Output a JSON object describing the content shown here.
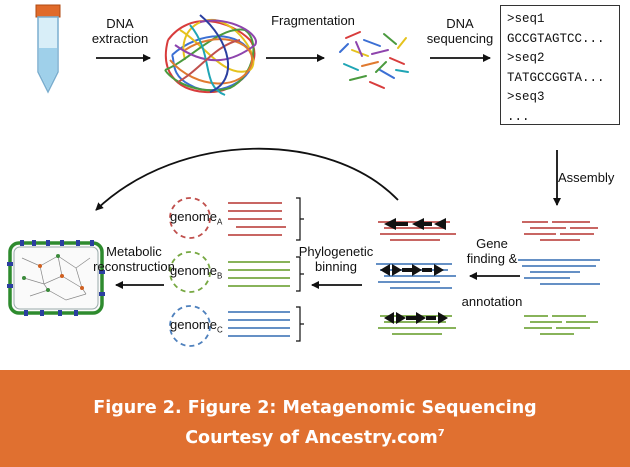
{
  "labels": {
    "dna_extraction": [
      "DNA",
      "extraction"
    ],
    "fragmentation": "Fragmentation",
    "dna_sequencing": [
      "DNA",
      "sequencing"
    ],
    "assembly": "Assembly",
    "gene_finding": [
      "Gene",
      "finding &"
    ],
    "annotation": "annotation",
    "phylogenetic_binning": [
      "Phylogenetic",
      "binning"
    ],
    "metabolic_reconstruction": [
      "Metabolic",
      "reconstruction"
    ]
  },
  "sequences": [
    ">seq1",
    "GCCGTAGTCC...",
    ">seq2",
    "TATGCCGGTA...",
    ">seq3",
    "..."
  ],
  "genomes": [
    {
      "name": "genome",
      "sub": "A",
      "color": "#c0504d"
    },
    {
      "name": "genome",
      "sub": "B",
      "color": "#77a842"
    },
    {
      "name": "genome",
      "sub": "C",
      "color": "#4f81bd"
    }
  ],
  "caption": {
    "line1": "Figure 2. Figure 2: Metagenomic Sequencing",
    "line2": "Courtesy of Ancestry.com",
    "line2_sup": "7"
  },
  "colors": {
    "red": "#c0504d",
    "green": "#77a842",
    "blue": "#4f81bd",
    "footer": "#e07030"
  }
}
